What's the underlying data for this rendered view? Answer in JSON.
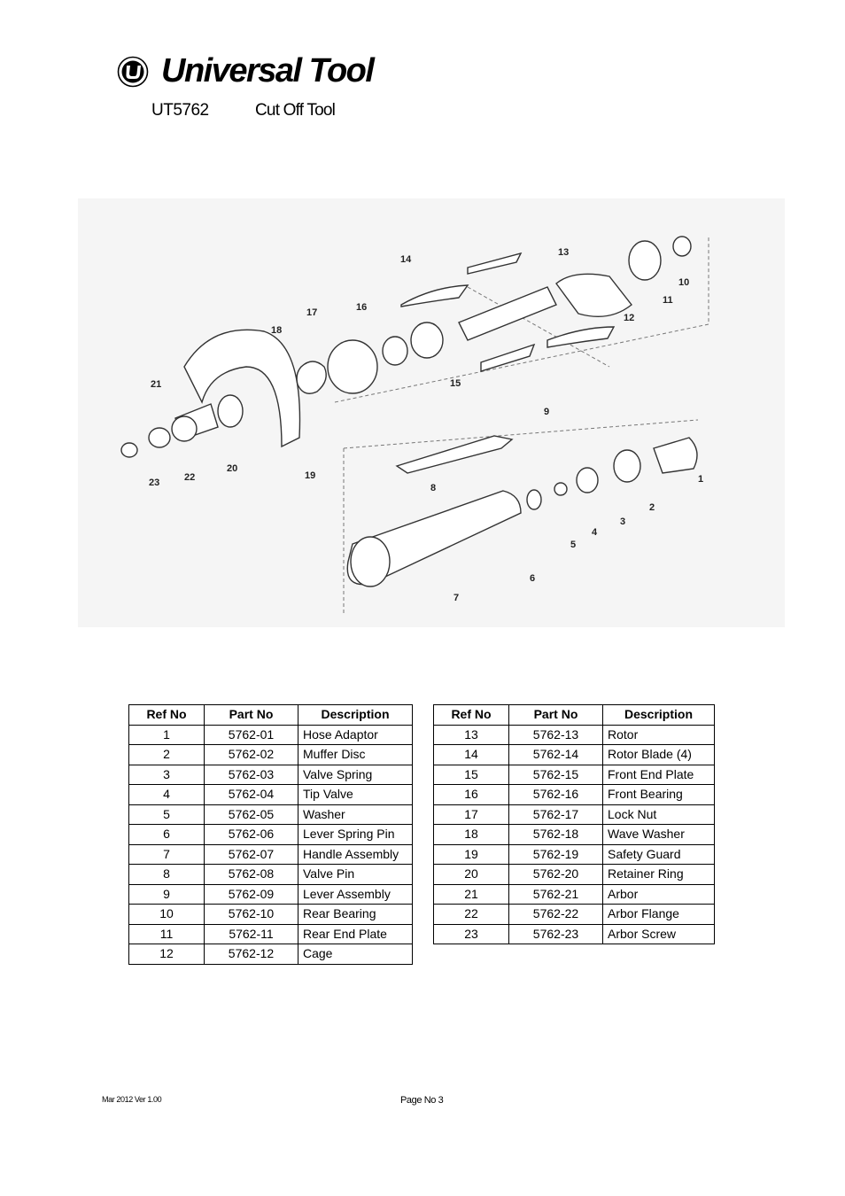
{
  "header": {
    "brand": "Universal Tool",
    "model": "UT5762",
    "title": "Cut Off Tool"
  },
  "diagram": {
    "callouts": [
      "1",
      "2",
      "3",
      "4",
      "5",
      "6",
      "7",
      "8",
      "9",
      "10",
      "11",
      "12",
      "13",
      "14",
      "15",
      "16",
      "17",
      "18",
      "19",
      "20",
      "21",
      "22",
      "23"
    ]
  },
  "table_headers": {
    "ref": "Ref No",
    "part": "Part No",
    "desc": "Description"
  },
  "parts_left": [
    {
      "ref": "1",
      "part": "5762-01",
      "desc": "Hose Adaptor"
    },
    {
      "ref": "2",
      "part": "5762-02",
      "desc": "Muffer Disc"
    },
    {
      "ref": "3",
      "part": "5762-03",
      "desc": "Valve Spring"
    },
    {
      "ref": "4",
      "part": "5762-04",
      "desc": "Tip Valve"
    },
    {
      "ref": "5",
      "part": "5762-05",
      "desc": "Washer"
    },
    {
      "ref": "6",
      "part": "5762-06",
      "desc": "Lever Spring Pin"
    },
    {
      "ref": "7",
      "part": "5762-07",
      "desc": "Handle Assembly"
    },
    {
      "ref": "8",
      "part": "5762-08",
      "desc": "Valve Pin"
    },
    {
      "ref": "9",
      "part": "5762-09",
      "desc": "Lever Assembly"
    },
    {
      "ref": "10",
      "part": "5762-10",
      "desc": "Rear Bearing"
    },
    {
      "ref": "11",
      "part": "5762-11",
      "desc": "Rear End Plate"
    },
    {
      "ref": "12",
      "part": "5762-12",
      "desc": "Cage"
    }
  ],
  "parts_right": [
    {
      "ref": "13",
      "part": "5762-13",
      "desc": "Rotor"
    },
    {
      "ref": "14",
      "part": "5762-14",
      "desc": "Rotor Blade (4)"
    },
    {
      "ref": "15",
      "part": "5762-15",
      "desc": "Front End Plate"
    },
    {
      "ref": "16",
      "part": "5762-16",
      "desc": "Front Bearing"
    },
    {
      "ref": "17",
      "part": "5762-17",
      "desc": "Lock Nut"
    },
    {
      "ref": "18",
      "part": "5762-18",
      "desc": "Wave Washer"
    },
    {
      "ref": "19",
      "part": "5762-19",
      "desc": "Safety Guard"
    },
    {
      "ref": "20",
      "part": "5762-20",
      "desc": "Retainer Ring"
    },
    {
      "ref": "21",
      "part": "5762-21",
      "desc": "Arbor"
    },
    {
      "ref": "22",
      "part": "5762-22",
      "desc": "Arbor Flange"
    },
    {
      "ref": "23",
      "part": "5762-23",
      "desc": "Arbor Screw"
    }
  ],
  "footer": {
    "version": "Mar 2012  Ver 1.00",
    "page": "Page No 3"
  }
}
